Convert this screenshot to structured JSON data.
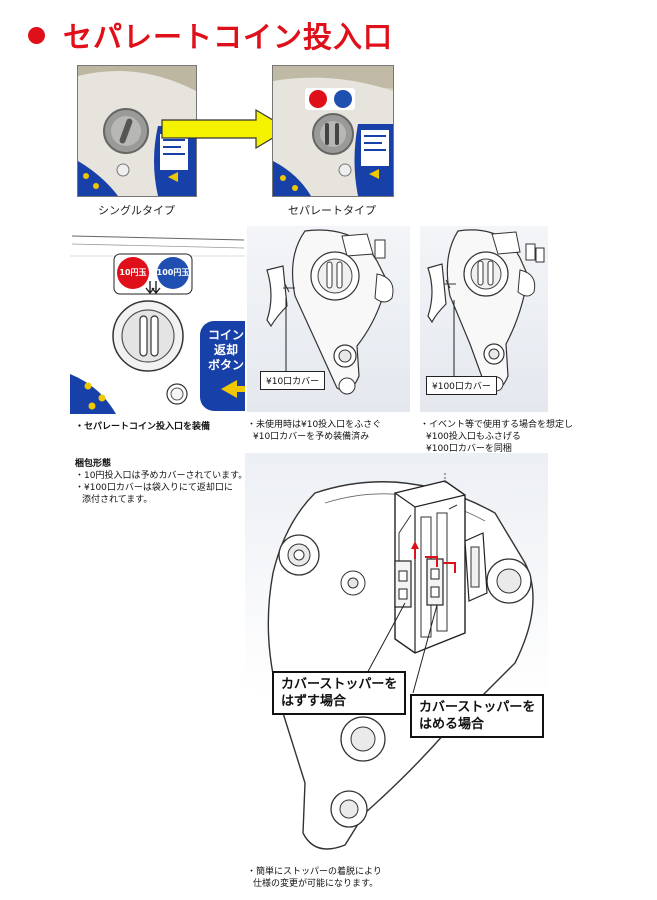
{
  "title": "セパレートコイン投入口",
  "photos": {
    "single_caption": "シングルタイプ",
    "separate_caption": "セパレートタイプ"
  },
  "sticker": {
    "yen10": "10円玉",
    "yen100": "100円玉",
    "return_line1": "コイン",
    "return_line2": "返却",
    "return_line3": "ボタン"
  },
  "panels": {
    "left_note": "・セパレートコイン投入口を装備",
    "middle_label": "¥10口カバー",
    "middle_note_line1": "・未使用時は¥10投入口をふさぐ",
    "middle_note_line2": "¥10口カバーを予め装備済み",
    "right_label": "¥100口カバー",
    "right_note_line1": "・イベント等で使用する場合を想定し",
    "right_note_line2": "¥100投入口もふさげる",
    "right_note_line3": "¥100口カバーを同梱"
  },
  "packing": {
    "heading": "梱包形態",
    "line1": "・10円投入口は予めカバーされています。",
    "line2": "・¥100口カバーは袋入りにて返却口に",
    "line3": "添付されてます。"
  },
  "stopper": {
    "remove_line1": "カバーストッパーを",
    "remove_line2": "はずす場合",
    "attach_line1": "カバーストッパーを",
    "attach_line2": "はめる場合",
    "bottom_line1": "・簡単にストッパーの着脱により",
    "bottom_line2": "仕様の変更が可能になります。"
  },
  "colors": {
    "title_red": "#e0101a",
    "arrow_yellow": "#f5f200",
    "coin_red": "#e0101a",
    "coin_blue": "#1f4fb0",
    "panel_blue": "#1740a8",
    "arrow_accent": "#f0c800"
  },
  "icons": [
    "bullet-dot-icon",
    "arrow-right-icon",
    "arrow-left-icon",
    "arrow-down-icon"
  ]
}
